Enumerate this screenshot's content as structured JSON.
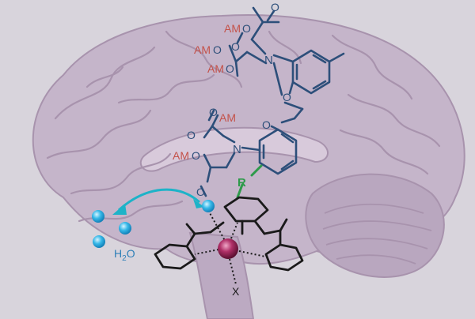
{
  "labels": {
    "am": "AM",
    "o": "O",
    "n": "N",
    "r": "R",
    "x": "X",
    "h": "H",
    "two": "2"
  },
  "colors": {
    "background": "#d8d4dc",
    "brain_fill": "#c5b5ca",
    "brain_line": "#a893ad",
    "bapta_blue": "#2d4f7a",
    "am_red": "#c4524a",
    "linker_green": "#2d9a4a",
    "metal_center": "#8c1f4e",
    "water_cyan": "#36b8e8",
    "arrow_teal": "#1db3c8",
    "complex_black": "#1a1a1a"
  }
}
